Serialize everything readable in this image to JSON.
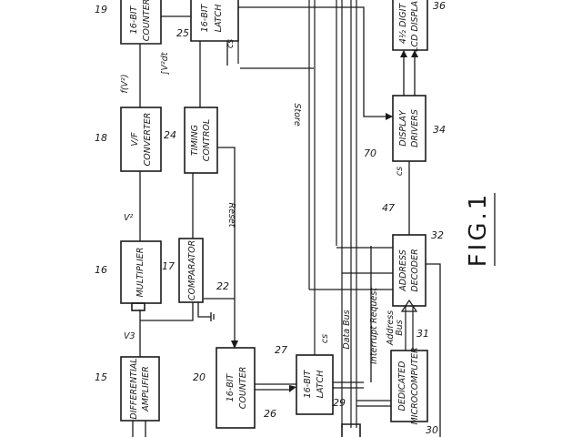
{
  "figure": {
    "label": "FIG.1"
  },
  "blocks": [
    {
      "id": "diff",
      "line1": "DIFFERENTIAL",
      "line2": "AMPLIFIER",
      "ref": "15"
    },
    {
      "id": "mult",
      "line1": "MULTIPLIER",
      "line2": "",
      "ref": "16"
    },
    {
      "id": "comp",
      "line1": "COMPARATOR",
      "line2": "",
      "ref": "17"
    },
    {
      "id": "vf",
      "line1": "V/F",
      "line2": "CONVERTER",
      "ref": "18"
    },
    {
      "id": "cnt16a",
      "line1": "16-BIT",
      "line2": "COUNTER",
      "ref": "19"
    },
    {
      "id": "cnt16b",
      "line1": "16-BIT",
      "line2": "COUNTER",
      "ref": "20"
    },
    {
      "id": "timing",
      "line1": "TIMING",
      "line2": "CONTROL",
      "ref": "24"
    },
    {
      "id": "latchtop",
      "line1": "16-BIT",
      "line2": "LATCH",
      "ref": ""
    },
    {
      "id": "latchbot",
      "line1": "16-BIT",
      "line2": "LATCH",
      "ref": "27"
    },
    {
      "id": "micro",
      "line1": "DEDICATED",
      "line2": "MICROCOMPUTER",
      "ref": "30"
    },
    {
      "id": "addr",
      "line1": "ADDRESS",
      "line2": "DECODER",
      "ref": "32"
    },
    {
      "id": "drivers",
      "line1": "DISPLAY",
      "line2": "DRIVERS",
      "ref": "34"
    },
    {
      "id": "lcd",
      "line1": "4½ DIGIT",
      "line2": "LCD DISPLAY",
      "ref": "36"
    }
  ],
  "signals": {
    "v3": "V3",
    "v2": "V²",
    "fv2": "f(V²)",
    "integral": "∫V²dt",
    "reset": "Reset",
    "store": "Store",
    "data_bus": "Data Bus",
    "interrupt": "Interrupt Request",
    "address_bus_1": "Address",
    "address_bus_2": "Bus",
    "cs1": "cs",
    "cs2": "cs",
    "cs3": "cs"
  },
  "refs": {
    "r22": "22",
    "r25": "25",
    "r26": "26",
    "r29": "29",
    "r31": "31",
    "r47": "47",
    "r70": "70"
  }
}
